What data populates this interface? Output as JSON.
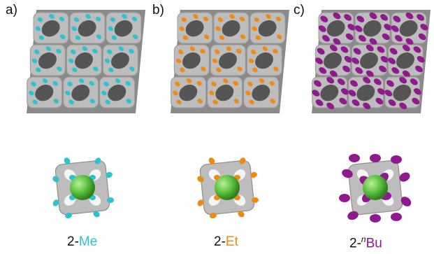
{
  "panels": [
    {
      "label": "a)",
      "caption_prefix": "2-",
      "caption_group": "Me",
      "caption_sup": "",
      "accent": "#2bc3cf"
    },
    {
      "label": "b)",
      "caption_prefix": "2-",
      "caption_group": "Et",
      "caption_sup": "",
      "accent": "#ef8a12"
    },
    {
      "label": "c)",
      "caption_prefix": "2-",
      "caption_group": "Bu",
      "caption_sup": "n",
      "accent": "#8e1a8e"
    }
  ],
  "colors": {
    "framework": "#bdbdbd",
    "framework_dark": "#8a8a8a",
    "guest": "#5cc23d"
  }
}
